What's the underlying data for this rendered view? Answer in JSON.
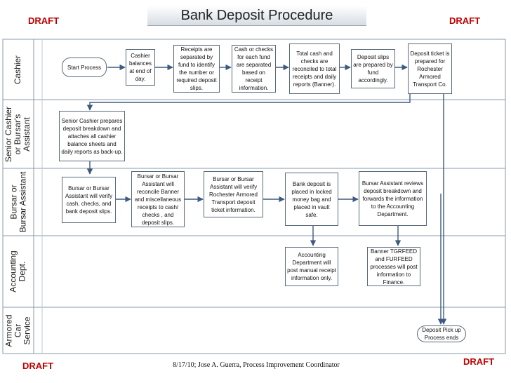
{
  "title": "Bank Deposit Procedure",
  "draft_label": "DRAFT",
  "footer": "8/17/10; Jose A. Guerra, Process Improvement Coordinator",
  "lanes": {
    "cashier": [
      "Cashier"
    ],
    "senior": [
      "Senior Cashier",
      "or Bursar's",
      "Assistant"
    ],
    "bursar": [
      "Bursar or",
      "Bursar Assistant"
    ],
    "accounting": [
      "Accounting",
      "Dept."
    ],
    "armored": [
      "Armored",
      "Car",
      "Service"
    ]
  },
  "nodes": {
    "start": "Start Process",
    "cashier_balances": "Cashier balances at end of day.",
    "receipts_separated": "Receipts are separated by fund to identify the number or required deposit slips.",
    "cash_checks_separated": "Cash or checks for each fund are separated based on receipt information.",
    "total_reconciled": "Total cash and checks are reconciled to total receipts and daily reports (Banner).",
    "deposit_slips": "Deposit slips are prepared by fund accordingly.",
    "deposit_ticket": "Deposit ticket is prepared for Rochester Armored Transport Co.",
    "senior_breakdown": "Senior Cashier prepares deposit breakdown and attaches all cashier balance sheets and daily reports as back-up.",
    "bursar_verify": "Bursar or Bursar Assistant will verify cash, checks, and bank deposit slips.",
    "bursar_reconcile": "Bursar or Bursar Assistant will reconcile Banner and miscellaneous receipts to cash/ checks , and deposit slips.",
    "bursar_rochester": "Bursar or Bursar Assistant will verify Rochester Armored Transport deposit ticket information.",
    "bank_deposit": "Bank deposit is placed in locked money bag and placed in vault safe.",
    "assistant_reviews": "Bursar Assistant reviews deposit breakdown and forwards the information to the Accounting Department.",
    "accounting_post": "Accounting Department will post manual receipt information only.",
    "banner_feed": "Banner TGRFEED and FURFEED processes will post information to Finance.",
    "pickup": "Deposit Pick up Process ends"
  }
}
